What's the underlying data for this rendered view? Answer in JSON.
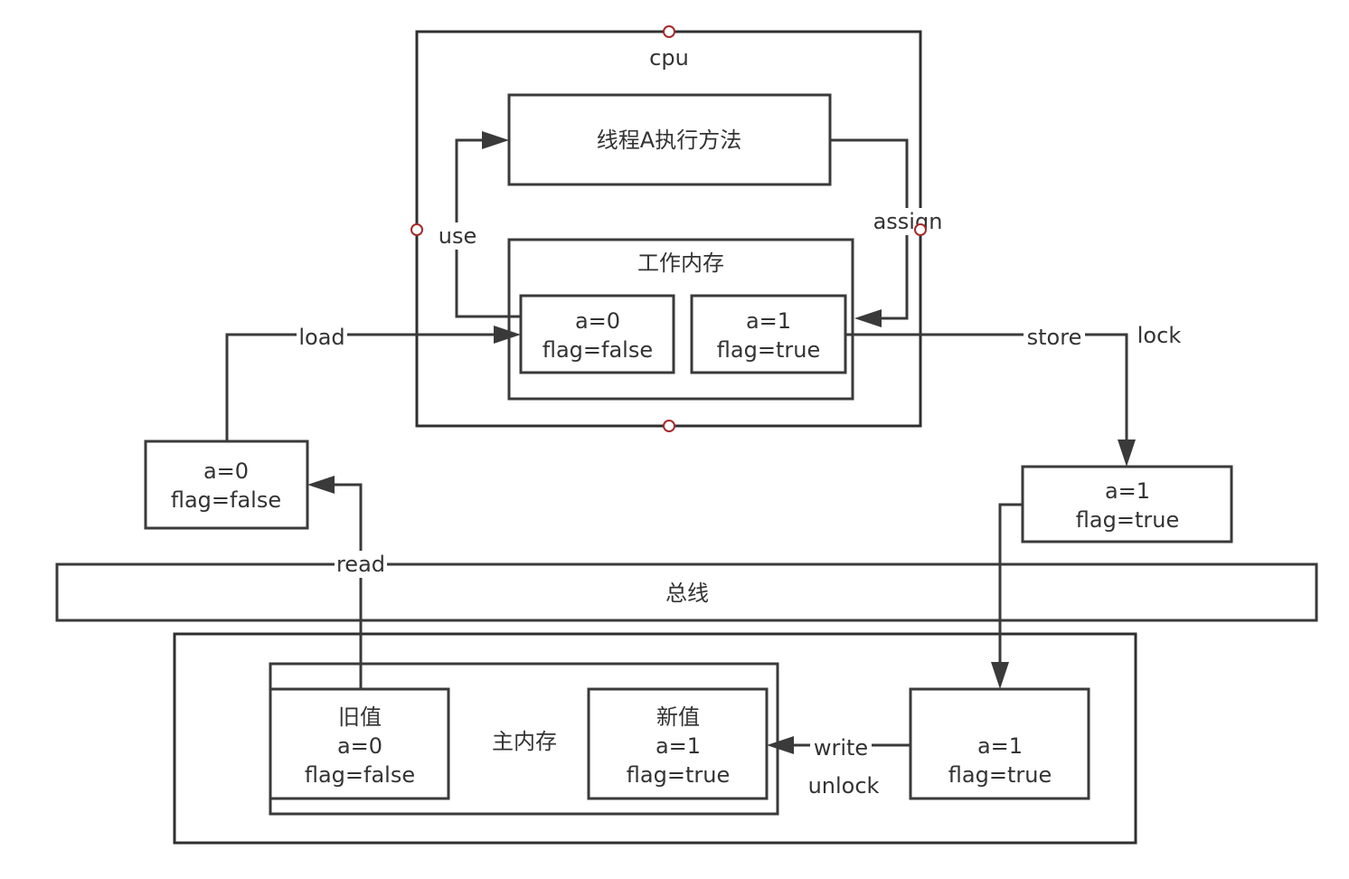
{
  "cpu": {
    "label": "cpu"
  },
  "thread": {
    "label": "线程A执行方法"
  },
  "work_memory": {
    "title": "工作内存",
    "left": {
      "line1": "a=0",
      "line2": "flag=false"
    },
    "right": {
      "line1": "a=1",
      "line2": "flag=true"
    }
  },
  "read_buffer": {
    "line1": "a=0",
    "line2": "flag=false"
  },
  "store_buffer": {
    "line1": "a=1",
    "line2": "flag=true"
  },
  "bus": {
    "label": "总线"
  },
  "main_memory": {
    "title": "主内存",
    "old": {
      "title": "旧值",
      "line1": "a=0",
      "line2": "flag=false"
    },
    "new": {
      "title": "新值",
      "line1": "a=1",
      "line2": "flag=true"
    }
  },
  "write_buffer": {
    "line1": "a=1",
    "line2": "flag=true"
  },
  "ops": {
    "use": "use",
    "assign": "assign",
    "load": "load",
    "store": "store",
    "lock": "lock",
    "read": "read",
    "write": "write",
    "unlock": "unlock"
  }
}
